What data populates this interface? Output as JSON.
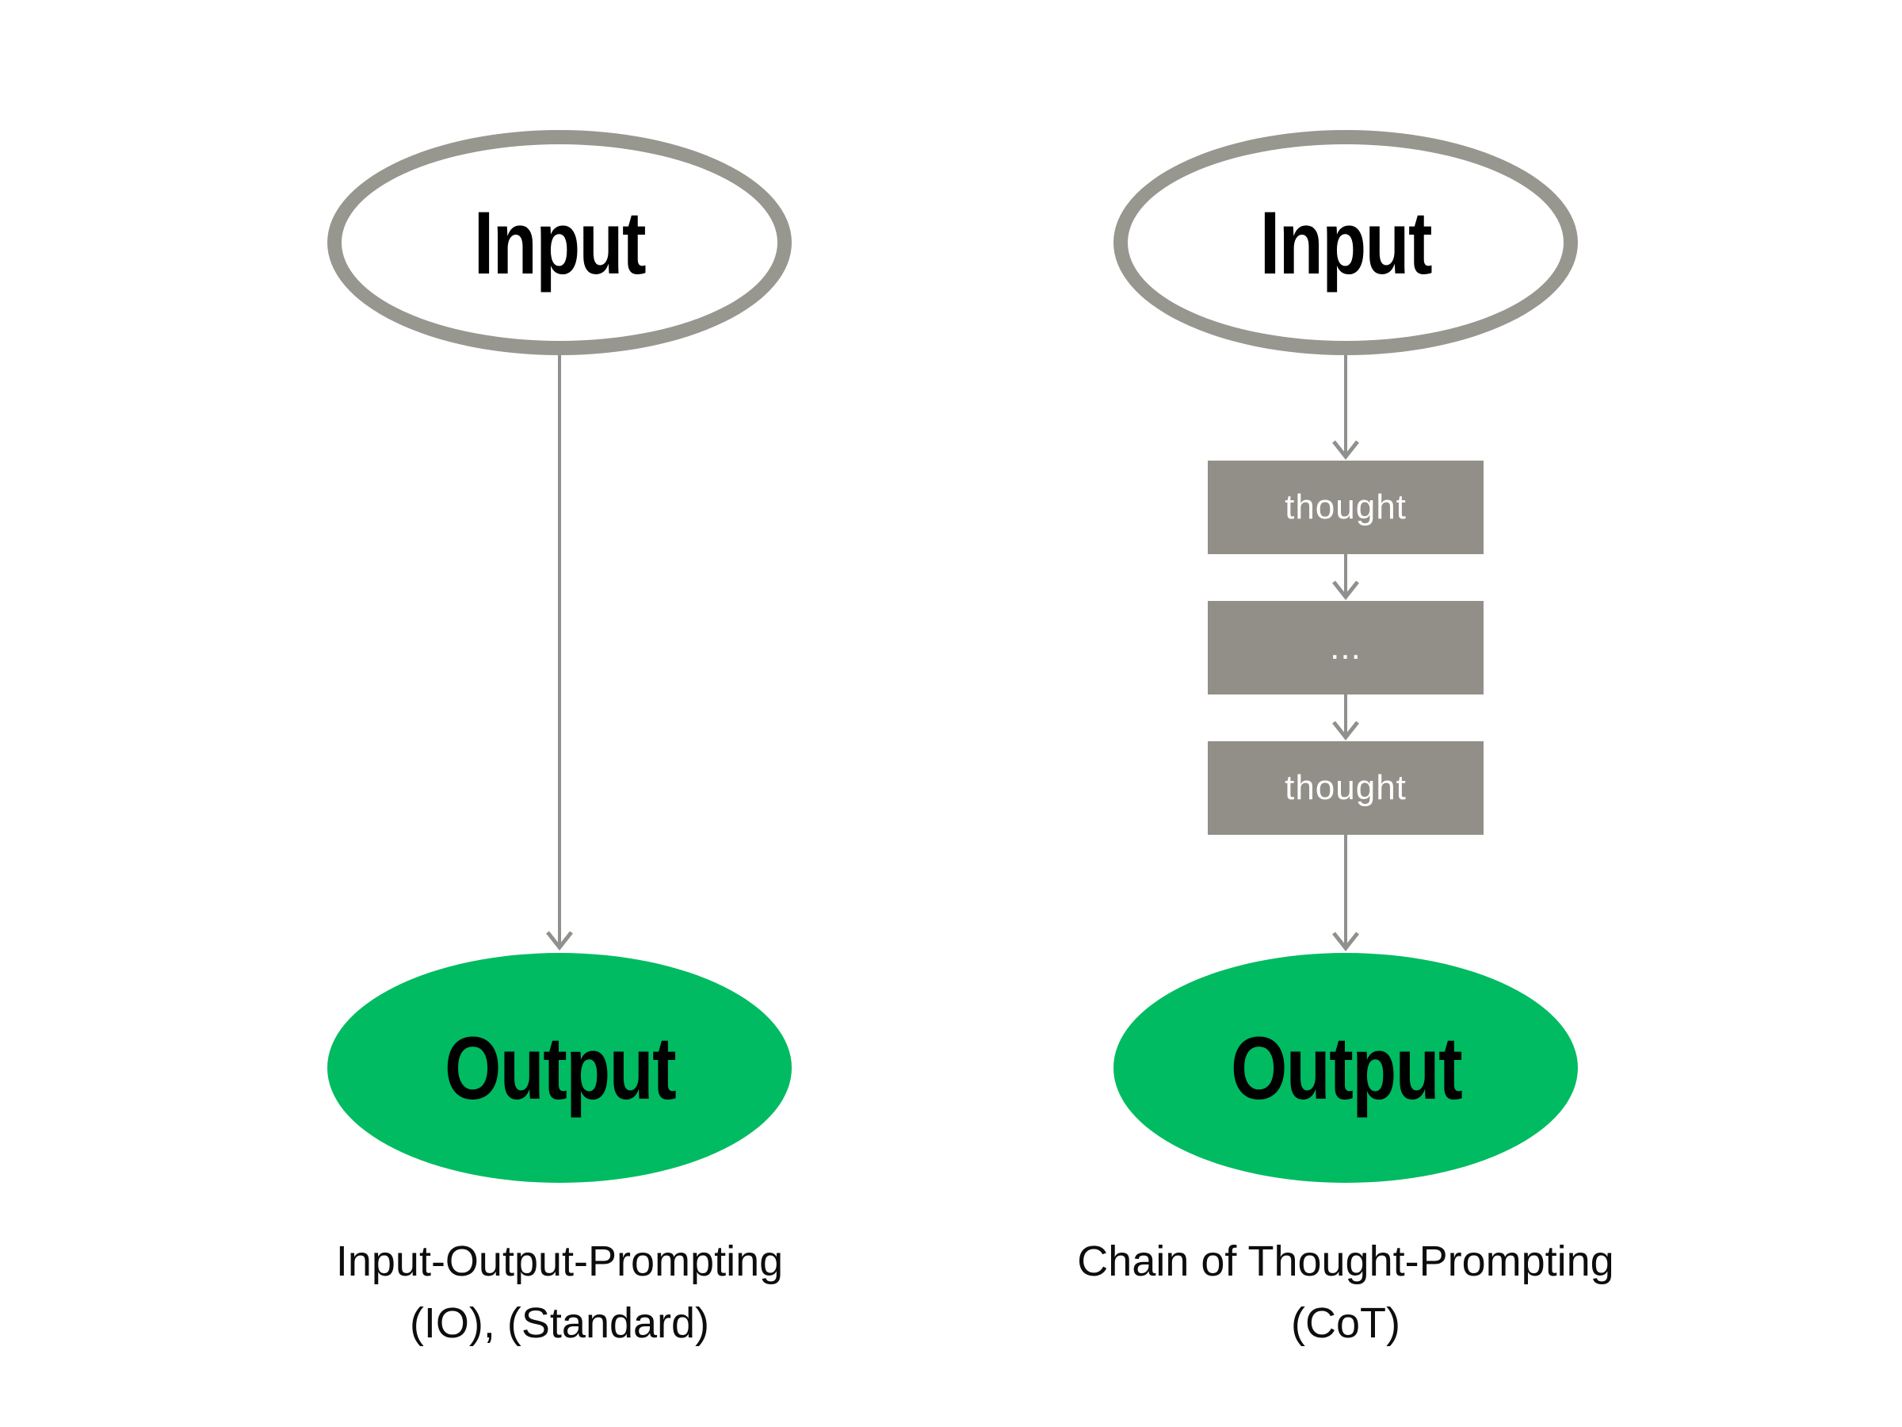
{
  "colors": {
    "ellipse_stroke": "#97978F",
    "box_fill": "#918F88",
    "arrow_color": "#90908D",
    "output_fill": "#00BB61",
    "title_text": "#000000",
    "box_text": "#FFFFFF",
    "caption_text": "#0D0D0D"
  },
  "io_diagram": {
    "input_label": "Input",
    "output_label": "Output",
    "caption_line1": "Input-Output-Prompting",
    "caption_line2": "(IO), (Standard)"
  },
  "cot_diagram": {
    "input_label": "Input",
    "thought_boxes": [
      "thought",
      "...",
      "thought"
    ],
    "output_label": "Output",
    "caption_line1": "Chain of Thought-Prompting",
    "caption_line2": "(CoT)"
  }
}
